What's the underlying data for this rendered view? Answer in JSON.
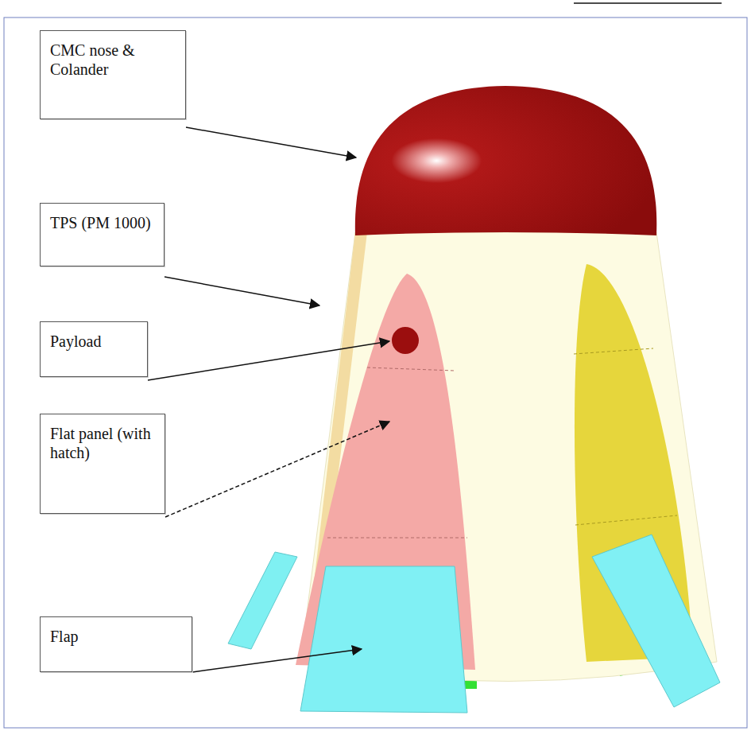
{
  "diagram": {
    "nodes": [
      {
        "text": [
          "CMC nose & Colander"
        ]
      },
      {
        "text": [
          "TPS (PM 1000)"
        ]
      },
      {
        "text": [
          "Payload"
        ]
      },
      {
        "text": [
          "Flat panel (with hatch)"
        ]
      },
      {
        "text": [
          "Flap"
        ]
      }
    ]
  }
}
